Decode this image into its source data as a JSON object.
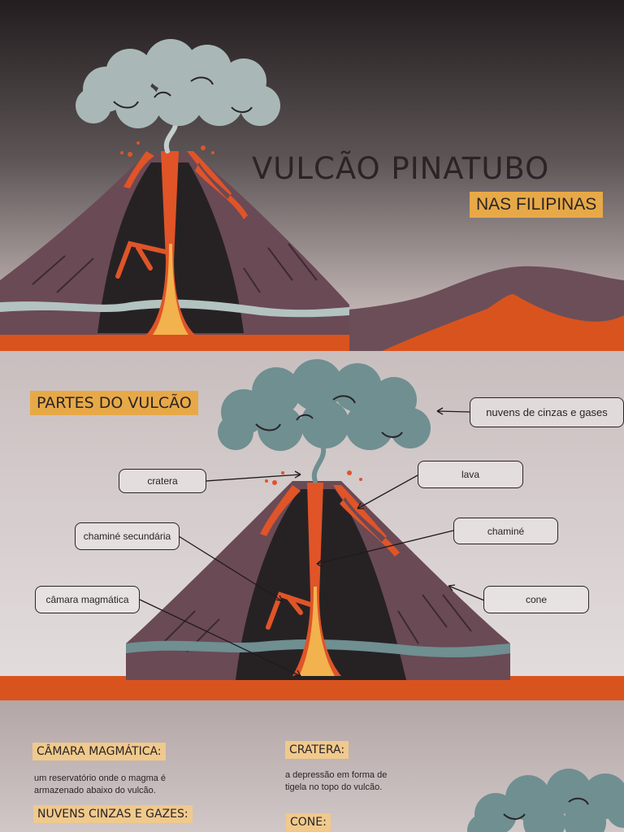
{
  "hero": {
    "title": "VULCÃO PINATUBO",
    "subtitle": "NAS FILIPINAS"
  },
  "parts": {
    "heading": "PARTES DO VULCÃO",
    "labels": {
      "clouds": "nuvens de cinzas e gases",
      "crater": "cratera",
      "lava": "lava",
      "secondary_chimney": "chaminé secundária",
      "chimney": "chaminé",
      "magma_chamber": "câmara magmática",
      "cone": "cone"
    }
  },
  "glossary": {
    "magma_chamber": {
      "term": "CÂMARA MAGMÁTICA:",
      "definition_lines": [
        "um reservatório onde o magma é",
        "armazenado abaixo do vulcão."
      ]
    },
    "crater": {
      "term": "CRATERA:",
      "definition_lines": [
        "a depressão em forma de",
        "tigela no topo do vulcão."
      ]
    },
    "clouds": {
      "term": "NUVENS CINZAS E GAZES:"
    },
    "cone": {
      "term": "CONE:"
    }
  },
  "colors": {
    "accent": "#e7a947",
    "lava": "#e0532a",
    "rock": "#6b4a55",
    "dark": "#2a2426",
    "cloud_light": "#a9b8b6",
    "cloud_teal": "#6f8f91"
  }
}
